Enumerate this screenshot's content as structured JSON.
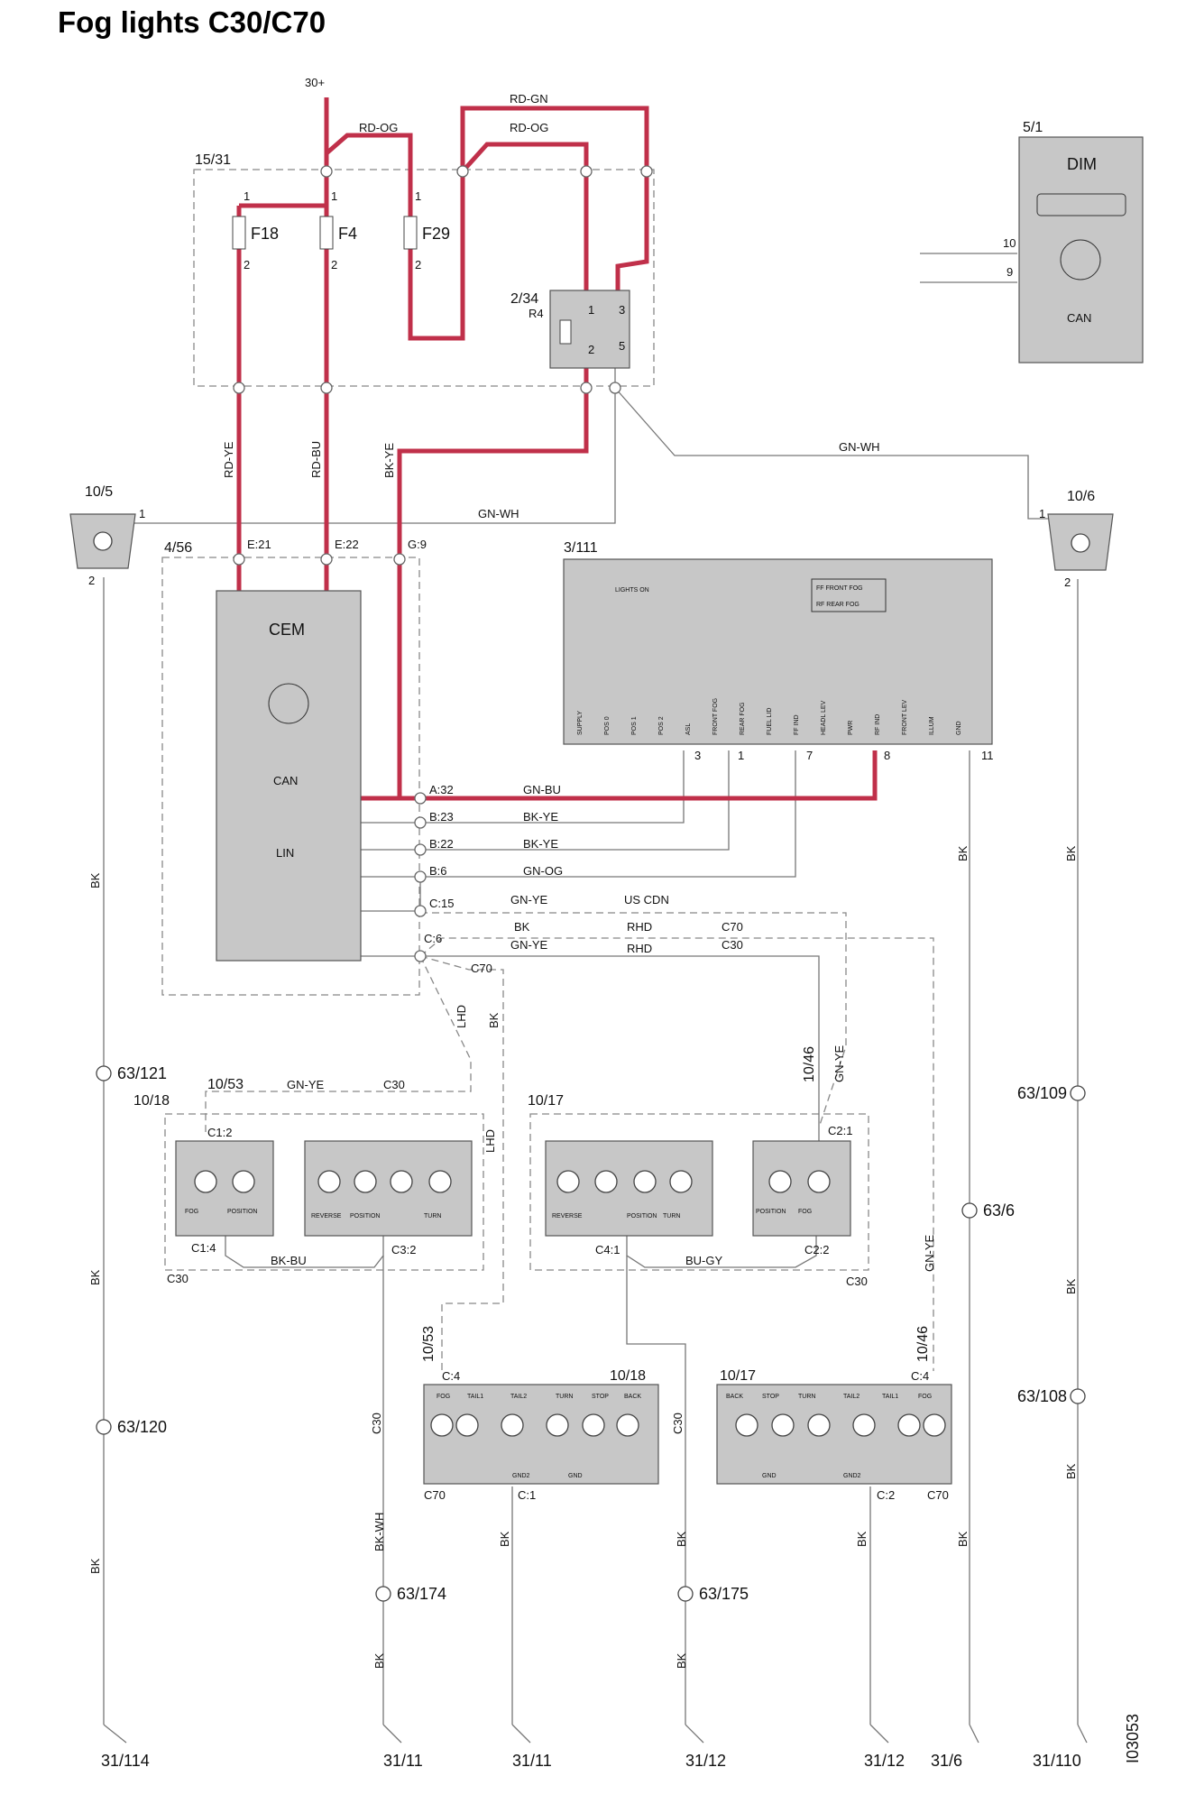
{
  "title": "Fog lights C30/C70",
  "supply": "30+",
  "fusebox": {
    "id": "15/31",
    "fuses": [
      "F18",
      "F4",
      "F29"
    ],
    "pin1": "1",
    "pin2": "2"
  },
  "relay": {
    "id": "2/34",
    "name": "R4",
    "pins": [
      "1",
      "2",
      "3",
      "5"
    ]
  },
  "dim": {
    "id": "5/1",
    "name": "DIM",
    "can": "CAN",
    "pins": [
      "10",
      "9"
    ]
  },
  "cem": {
    "id": "4/56",
    "name": "CEM",
    "can": "CAN",
    "lin": "LIN",
    "top_pins": [
      "E:21",
      "E:22",
      "G:9"
    ],
    "side_pins": [
      "A:32",
      "B:23",
      "B:22",
      "B:6",
      "C:15",
      "C:6"
    ]
  },
  "switch": {
    "id": "3/111",
    "lights_on": "LIGHTS ON",
    "legend": [
      "FF   FRONT FOG",
      "RF   REAR FOG"
    ],
    "columns": [
      "SUPPLY",
      "POS 0",
      "POS 1",
      "POS 2",
      "ASL",
      "FRONT FOG",
      "REAR FOG",
      "FUEL LID",
      "FF IND",
      "HEADL LEV",
      "PWR",
      "RF IND",
      "FRONT LEV",
      "ILLUM",
      "GND"
    ],
    "pins": [
      "3",
      "1",
      "7",
      "8",
      "11"
    ]
  },
  "lamps_front": {
    "left": "10/5",
    "right": "10/6",
    "pin1": "1",
    "pin2": "2"
  },
  "wires": {
    "rd_og": "RD-OG",
    "rd_gn": "RD-GN",
    "rd_ye": "RD-YE",
    "rd_bu": "RD-BU",
    "bk_ye": "BK-YE",
    "gn_wh": "GN-WH",
    "gn_bu": "GN-BU",
    "gn_og": "GN-OG",
    "gn_ye": "GN-YE",
    "bk": "BK",
    "bk_bu": "BK-BU",
    "bu_gy": "BU-GY",
    "bk_wh": "BK-WH",
    "us_cdn": "US CDN",
    "rhd": "RHD",
    "lhd": "LHD",
    "c30": "C30",
    "c70": "C70"
  },
  "rear_c30": {
    "left": {
      "id": "10/18",
      "sub": "10/53",
      "pins": [
        "C1:2",
        "C1:4",
        "C3:2"
      ],
      "lamps1": [
        "FOG",
        "POSITION"
      ],
      "lamps2": [
        "REVERSE",
        "POSITION",
        "TURN"
      ]
    },
    "right": {
      "id": "10/17",
      "sub": "10/46",
      "pins": [
        "C2:1",
        "C4:1",
        "C2:2"
      ],
      "lamps1": [
        "REVERSE",
        "POSITION",
        "TURN"
      ],
      "lamps2": [
        "POSITION",
        "FOG"
      ]
    }
  },
  "rear_c70": {
    "left": {
      "id": "10/18",
      "sub": "10/53",
      "pins": [
        "C:4",
        "C:1"
      ],
      "lamps": [
        "FOG",
        "TAIL1",
        "TAIL2",
        "TURN",
        "STOP",
        "BACK"
      ],
      "gnd": [
        "GND2",
        "GND"
      ]
    },
    "right": {
      "id": "10/17",
      "sub": "10/46",
      "pins": [
        "C:4",
        "C:2"
      ],
      "lamps": [
        "BACK",
        "STOP",
        "TURN",
        "TAIL2",
        "TAIL1",
        "FOG"
      ],
      "gnd": [
        "GND",
        "GND2"
      ]
    }
  },
  "splices": [
    "63/121",
    "63/120",
    "63/174",
    "63/175",
    "63/109",
    "63/108",
    "63/6"
  ],
  "grounds": [
    "31/114",
    "31/11",
    "31/11",
    "31/12",
    "31/12",
    "31/6",
    "31/110"
  ],
  "doc_id": "I03053"
}
